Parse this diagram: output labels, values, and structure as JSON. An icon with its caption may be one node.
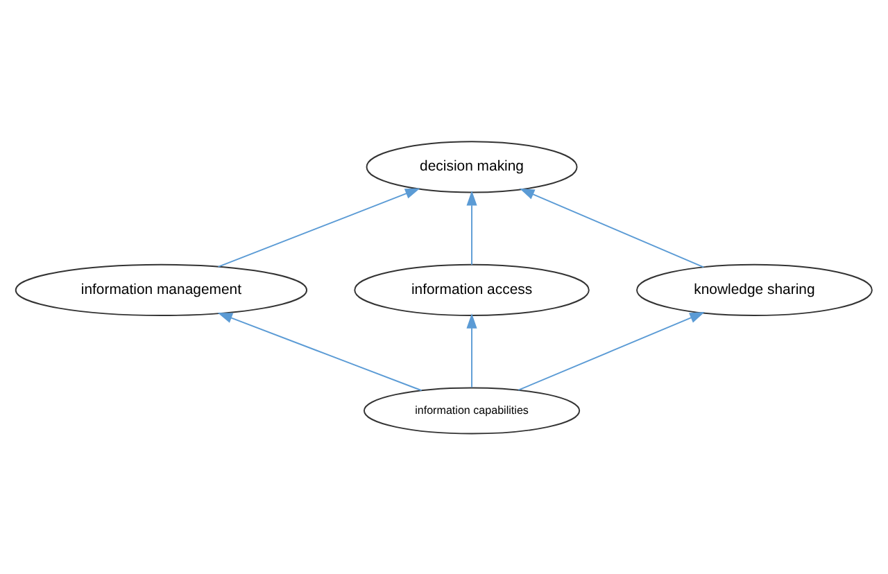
{
  "diagram": {
    "nodes": [
      {
        "text": [
          "decision making"
        ]
      },
      {
        "text": [
          "information management"
        ]
      },
      {
        "text": [
          "information access"
        ]
      },
      {
        "text": [
          "knowledge sharing"
        ]
      },
      {
        "text": [
          "information capabilities"
        ]
      }
    ],
    "edges": [
      {
        "from": 1,
        "to": 0,
        "arrow": "to"
      },
      {
        "from": 2,
        "to": 0,
        "arrow": "to"
      },
      {
        "from": 3,
        "to": 0,
        "arrow": "to"
      },
      {
        "from": 4,
        "to": 1,
        "arrow": "to"
      },
      {
        "from": 4,
        "to": 2,
        "arrow": "to"
      },
      {
        "from": 4,
        "to": 3,
        "arrow": "to"
      }
    ]
  }
}
